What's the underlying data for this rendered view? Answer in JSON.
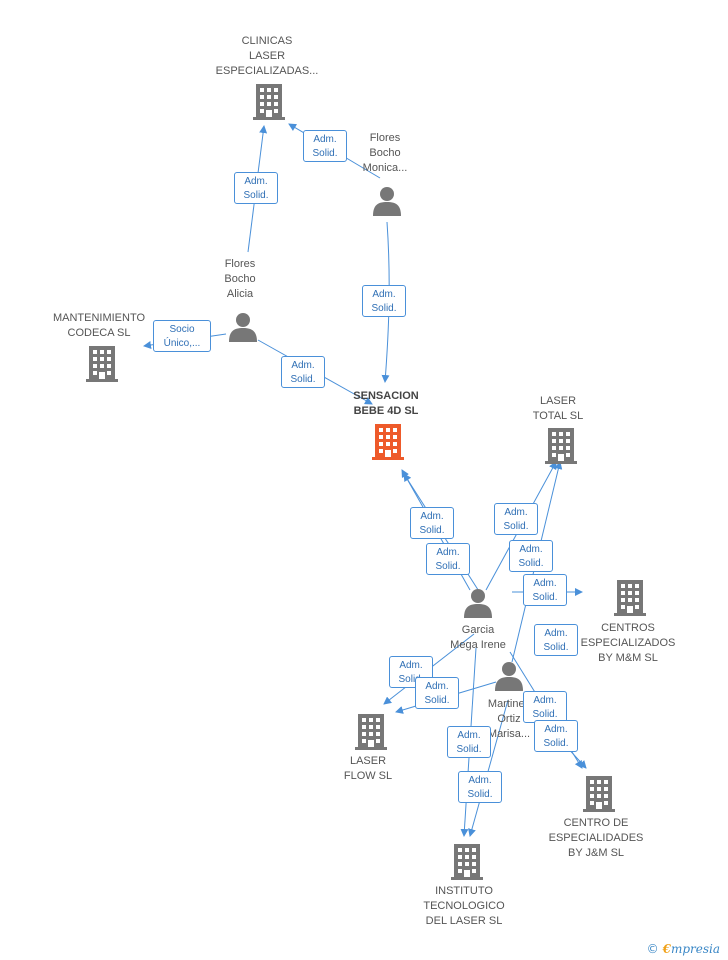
{
  "nodes": {
    "clinicas": [
      "CLINICAS",
      "LASER",
      "ESPECIALIZADAS..."
    ],
    "flores_monica": [
      "Flores",
      "Bocho",
      "Monica..."
    ],
    "flores_alicia": [
      "Flores",
      "Bocho",
      "Alicia"
    ],
    "mantenimiento": [
      "MANTENIMIENTO",
      "CODECA SL"
    ],
    "sensacion": [
      "SENSACION",
      "BEBE 4D  SL"
    ],
    "laser_total": [
      "LASER",
      "TOTAL  SL"
    ],
    "garcia": [
      "Garcia",
      "Mega Irene"
    ],
    "centros_mm": [
      "CENTROS",
      "ESPECIALIZADOS",
      "BY M&M  SL"
    ],
    "martinez": [
      "Martinez",
      "Ortiz",
      "Marisa..."
    ],
    "laser_flow": [
      "LASER",
      "FLOW  SL"
    ],
    "centro_jm": [
      "CENTRO DE",
      "ESPECIALIDADES",
      "BY J&M  SL"
    ],
    "instituto": [
      "INSTITUTO",
      "TECNOLOGICO",
      "DEL LASER  SL"
    ]
  },
  "badges": {
    "adm": [
      "Adm.",
      "Solid."
    ],
    "socio": [
      "Socio",
      "Único,..."
    ]
  },
  "colors": {
    "company": "#777777",
    "main_company": "#ee5a2a",
    "person": "#777777",
    "edge": "#4a90d9"
  },
  "footer": {
    "copyright": "©",
    "brand_initial": "€",
    "brand_rest": "mpresia"
  }
}
